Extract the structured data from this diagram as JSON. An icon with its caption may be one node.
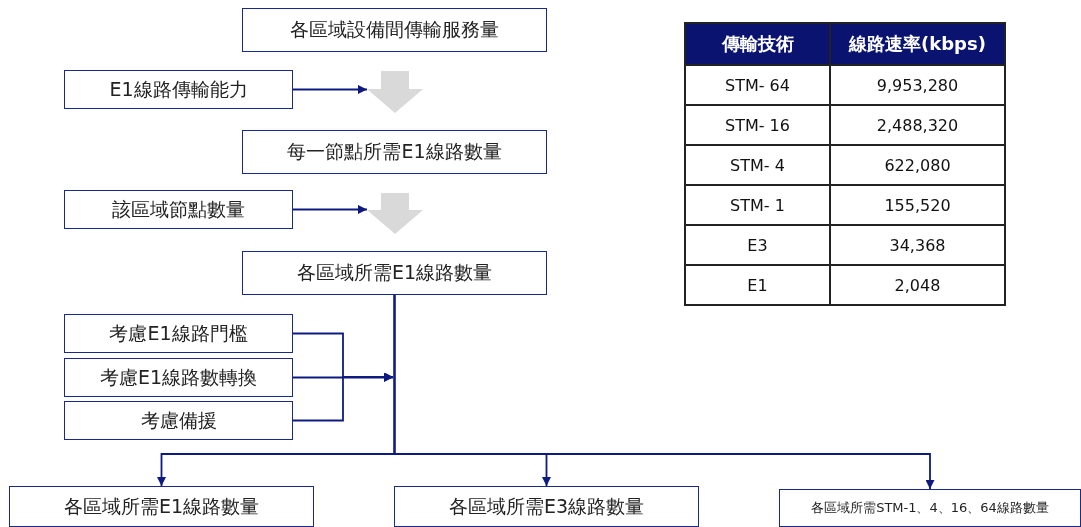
{
  "diagram": {
    "nodes": [
      {
        "text": [
          "各區域設備間傳輸服務量"
        ]
      },
      {
        "text": [
          "E1線路傳輸能力"
        ]
      },
      {
        "text": [
          "每一節點所需E1線路數量"
        ]
      },
      {
        "text": [
          "該區域節點數量"
        ]
      },
      {
        "text": [
          "各區域所需E1線路數量"
        ]
      },
      {
        "text": [
          "考慮E1線路門檻"
        ]
      },
      {
        "text": [
          "考慮E1線路數轉換"
        ]
      },
      {
        "text": [
          "考慮備援"
        ]
      },
      {
        "text": [
          "各區域所需E1線路數量"
        ]
      },
      {
        "text": [
          "各區域所需E3線路數量"
        ]
      },
      {
        "text": [
          "各區域所需STM-1、4、16、64線路數量"
        ]
      }
    ],
    "edges": [
      {
        "from": 0,
        "to": 2,
        "arrow": "to",
        "style": "thick",
        "color": "#d9d9d9"
      },
      {
        "from": 2,
        "to": 4,
        "arrow": "to",
        "style": "thick",
        "color": "#d9d9d9"
      },
      {
        "from": 1,
        "to": null,
        "arrow": "to"
      },
      {
        "from": 3,
        "to": null,
        "arrow": "to"
      },
      {
        "from": 5,
        "to": null,
        "arrow": "to"
      },
      {
        "from": 6,
        "to": null,
        "arrow": "to"
      },
      {
        "from": 7,
        "to": null,
        "arrow": "to"
      },
      {
        "from": 4,
        "to": 8,
        "arrow": "to"
      },
      {
        "from": 4,
        "to": 9,
        "arrow": "to"
      },
      {
        "from": 4,
        "to": 10,
        "arrow": "to"
      }
    ],
    "labels": [
      "傳輸技術",
      "線路速率(kbps)",
      "STM- 64",
      "9,953,280",
      "STM- 16",
      "2,488,320",
      "STM- 4",
      "622,080",
      "STM- 1",
      "155,520",
      "E3",
      "34,368",
      "E1",
      "2,048"
    ]
  }
}
